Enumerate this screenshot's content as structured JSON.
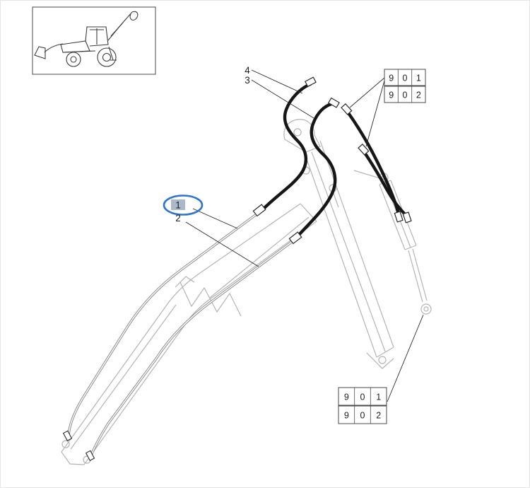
{
  "document": {
    "kind": "parts-diagram",
    "subject": "backhoe-boom-hydraulic-piping"
  },
  "colors": {
    "highlight_stroke": "#2f74d0",
    "highlight_fill": "#a9b9c9",
    "outline_gray": "#b4b4b4",
    "pipe_gray": "#8a8a8a",
    "hose_black": "#161616",
    "leader_black": "#2a2a2a"
  },
  "icons": {
    "thumbnail": "backhoe-loader-silhouette"
  },
  "callouts": {
    "c4": {
      "label": "4"
    },
    "c3": {
      "label": "3"
    },
    "c1": {
      "label": "1",
      "selected": true
    },
    "c2": {
      "label": "2"
    }
  },
  "ref_tags": {
    "top": [
      {
        "digits": [
          "9",
          "0",
          "1"
        ]
      },
      {
        "digits": [
          "9",
          "0",
          "2"
        ]
      }
    ],
    "bottom": [
      {
        "digits": [
          "9",
          "0",
          "1"
        ]
      },
      {
        "digits": [
          "9",
          "0",
          "2"
        ]
      }
    ]
  }
}
